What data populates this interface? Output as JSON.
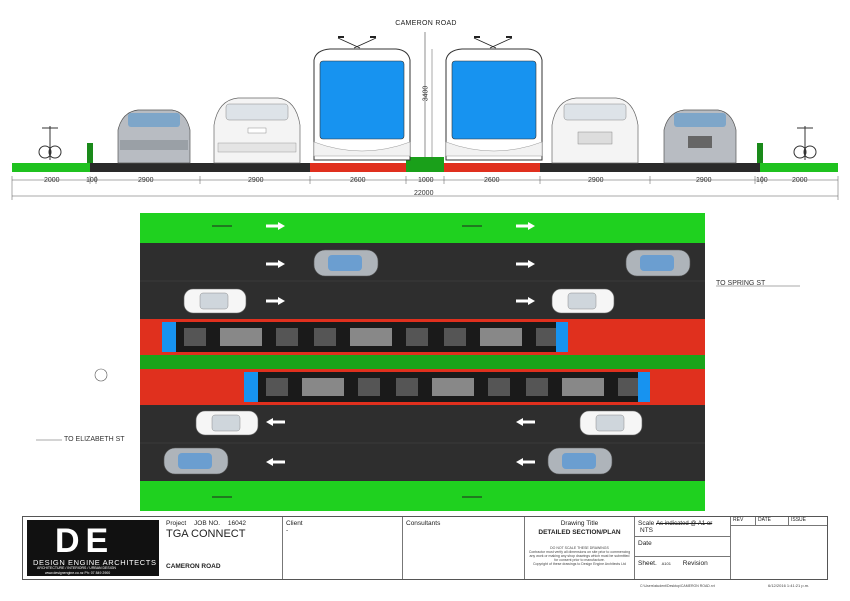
{
  "section": {
    "title": "CAMERON ROAD",
    "height_dim": "3400",
    "lane_dims": [
      "2000",
      "100",
      "2900",
      "2900",
      "2600",
      "1000",
      "2600",
      "2900",
      "2900",
      "100",
      "2000"
    ],
    "total_dim": "22000"
  },
  "plan": {
    "to_spring": "TO SPRING ST",
    "to_elizabeth": "TO ELIZABETH ST"
  },
  "titleblock": {
    "logo_letters": "DE",
    "firm": "DESIGN ENGINE ARCHITECTS",
    "firm_sub": "ARCHITECTURE / INTERIORS / URBAN DESIGN",
    "firm_contact": "www.designengine.co.nz  Ph: 07 849 2900",
    "project_label": "Project",
    "job_label": "JOB NO.",
    "job_no": "16042",
    "project_name": "TGA CONNECT",
    "project_sub": "CAMERON ROAD",
    "client_label": "Client",
    "client_value": "-",
    "consultants_label": "Consultants",
    "drawing_title_label": "Drawing Title",
    "drawing_title": "DETAILED SECTION/PLAN",
    "note1": "DO NOT SCALE THESE DRAWINGS",
    "note2": "Contractor must verify all dimensions on site prior to commencing any work or making any shop drawings which must be submitted for consent prior to manufacture.",
    "note3": "Copyright of these drawings to Design Engine Architects Ltd",
    "scale_label": "Scale",
    "scale_value": "As indicated @ A1 or",
    "scale_nts": "NTS",
    "date_label": "Date",
    "sheet_label": "Sheet.",
    "sheet_value": "A101",
    "revision_label": "Revision",
    "rev_label": "REV",
    "rev_date_label": "DATE",
    "issue_label": "ISSUE",
    "file_path": "C:\\Users\\student\\Desktop\\CAMERON ROAD.rvt",
    "printed": "6/12/2016 1:41:21 p.m."
  }
}
